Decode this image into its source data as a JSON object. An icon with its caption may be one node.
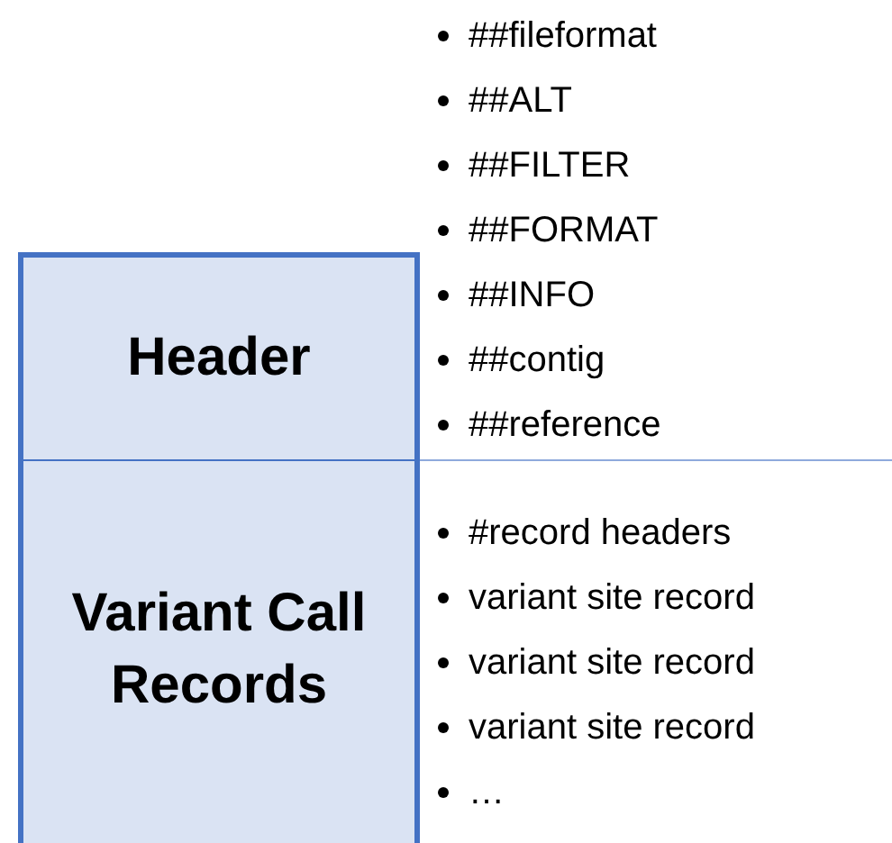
{
  "diagram": {
    "nodes": [
      {
        "text": [
          "Header"
        ]
      },
      {
        "text": [
          "Variant Call Records"
        ]
      }
    ],
    "labels": [
      "##fileformat",
      "##ALT",
      "##FILTER",
      "##FORMAT",
      "##INFO",
      "##contig",
      "##reference",
      "#record headers",
      "variant site record",
      "variant site record",
      "variant site record",
      "…"
    ]
  }
}
